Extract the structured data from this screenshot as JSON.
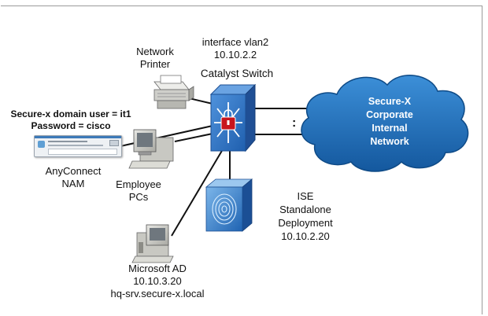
{
  "switch": {
    "label": "Catalyst Switch",
    "interface": "interface vlan2",
    "ip": "10.10.2.2"
  },
  "printer": {
    "label_line1": "Network",
    "label_line2": "Printer"
  },
  "cloud": {
    "line1": "Secure-X",
    "line2": "Corporate",
    "line3": "Internal",
    "line4": "Network",
    "color": "#1e6fb5"
  },
  "link_marker": ":",
  "credentials": {
    "user": "Secure-x domain user = it1",
    "password": "Password = cisco"
  },
  "anyconnect": {
    "line1": "AnyConnect",
    "line2": "NAM"
  },
  "pcs": {
    "line1": "Employee",
    "line2": "PCs"
  },
  "ise": {
    "line1": "ISE",
    "line2": "Standalone",
    "line3": "Deployment",
    "line4": "10.10.2.20"
  },
  "ad": {
    "line1": "Microsoft AD",
    "line2": "10.10.3.20",
    "line3": "hq-srv.secure-x.local"
  },
  "colors": {
    "switch_face": "#2f73c6",
    "switch_side": "#1f4f95",
    "lines": "#111111",
    "ise": "#3b86d4"
  }
}
